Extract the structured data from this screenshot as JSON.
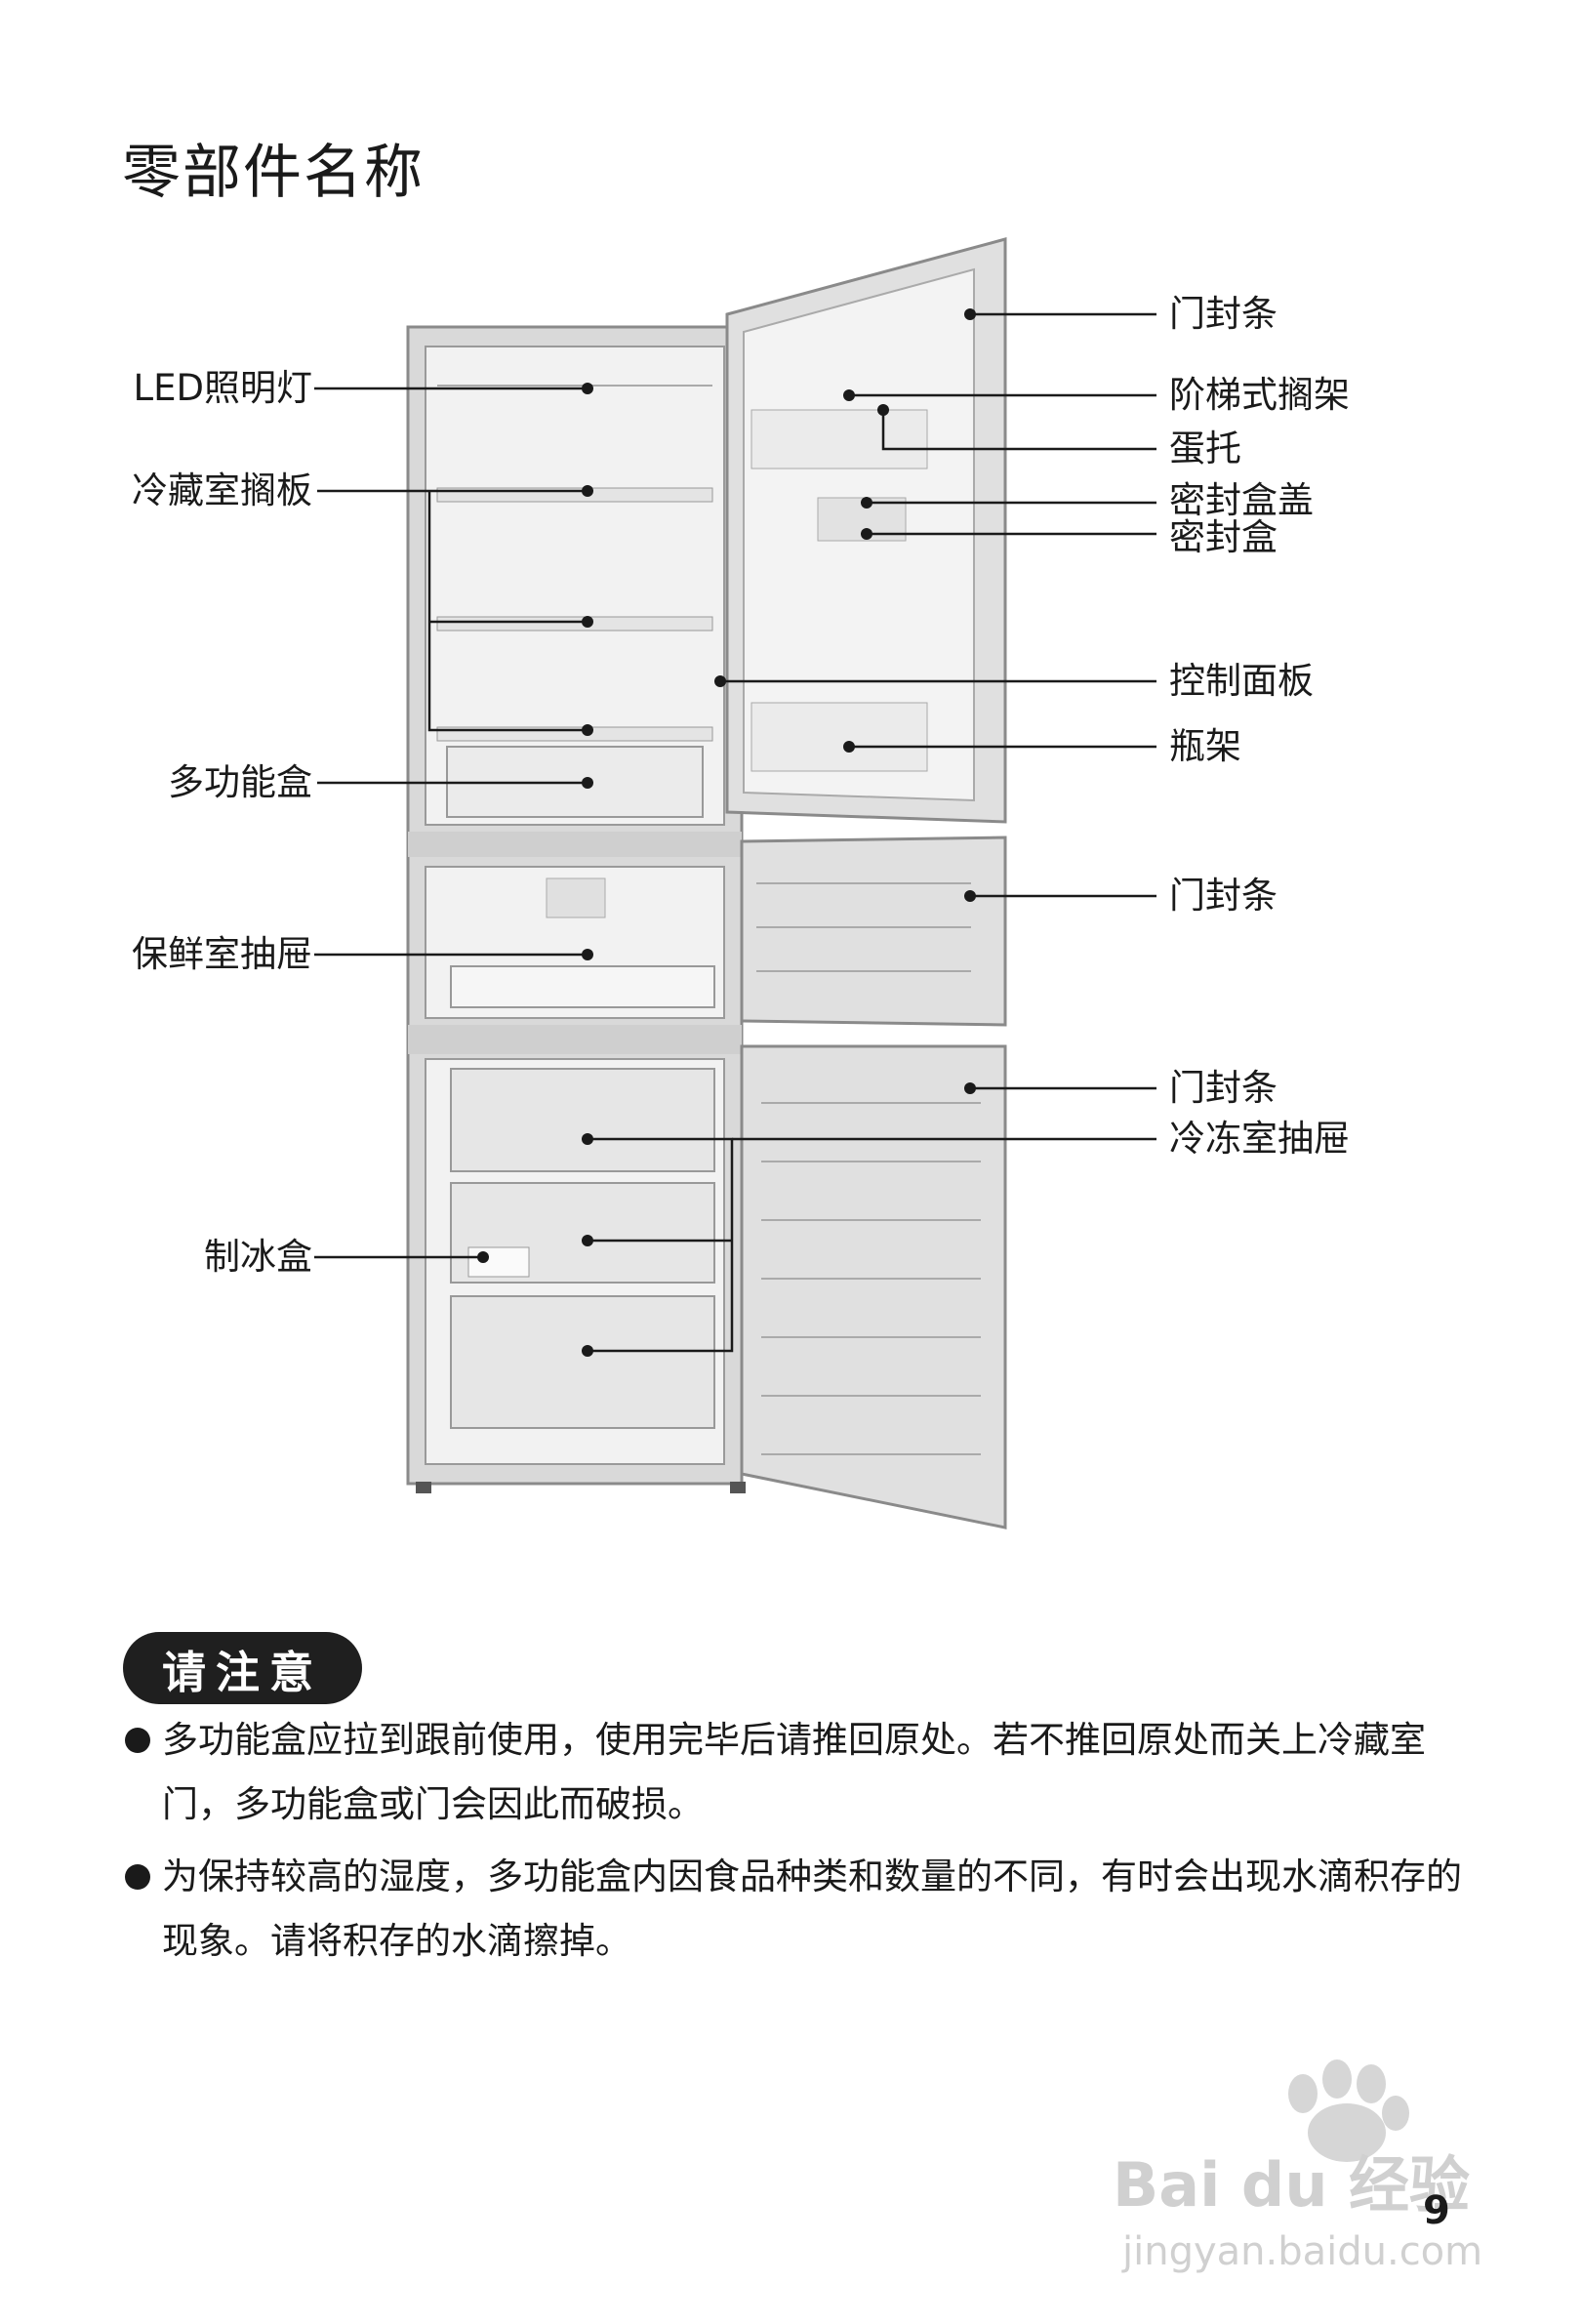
{
  "page": {
    "title": "零部件名称",
    "number": "9"
  },
  "diagram": {
    "left_labels": [
      {
        "id": "led",
        "text": "LED照明灯"
      },
      {
        "id": "shelf",
        "text": "冷藏室搁板"
      },
      {
        "id": "multibox",
        "text": "多功能盒"
      },
      {
        "id": "fresh",
        "text": "保鲜室抽屉"
      },
      {
        "id": "ice",
        "text": "制冰盒"
      }
    ],
    "right_labels": [
      {
        "id": "gasket1",
        "text": "门封条"
      },
      {
        "id": "ladder",
        "text": "阶梯式搁架"
      },
      {
        "id": "egg",
        "text": "蛋托"
      },
      {
        "id": "sealcover",
        "text": "密封盒盖"
      },
      {
        "id": "sealbox",
        "text": "密封盒"
      },
      {
        "id": "control",
        "text": "控制面板"
      },
      {
        "id": "bottle",
        "text": "瓶架"
      },
      {
        "id": "gasket2",
        "text": "门封条"
      },
      {
        "id": "gasket3",
        "text": "门封条"
      },
      {
        "id": "freezer",
        "text": "冷冻室抽屉"
      }
    ]
  },
  "notice": {
    "badge": "请注意",
    "items": [
      "多功能盒应拉到跟前使用，使用完毕后请推回原处。若不推回原处而关上冷藏室门，多功能盒或门会因此而破损。",
      "为保持较高的湿度，多功能盒内因食品种类和数量的不同，有时会出现水滴积存的现象。请将积存的水滴擦掉。"
    ]
  },
  "watermark": {
    "brand": "Bai du 经验",
    "url": "jingyan.baidu.com"
  }
}
